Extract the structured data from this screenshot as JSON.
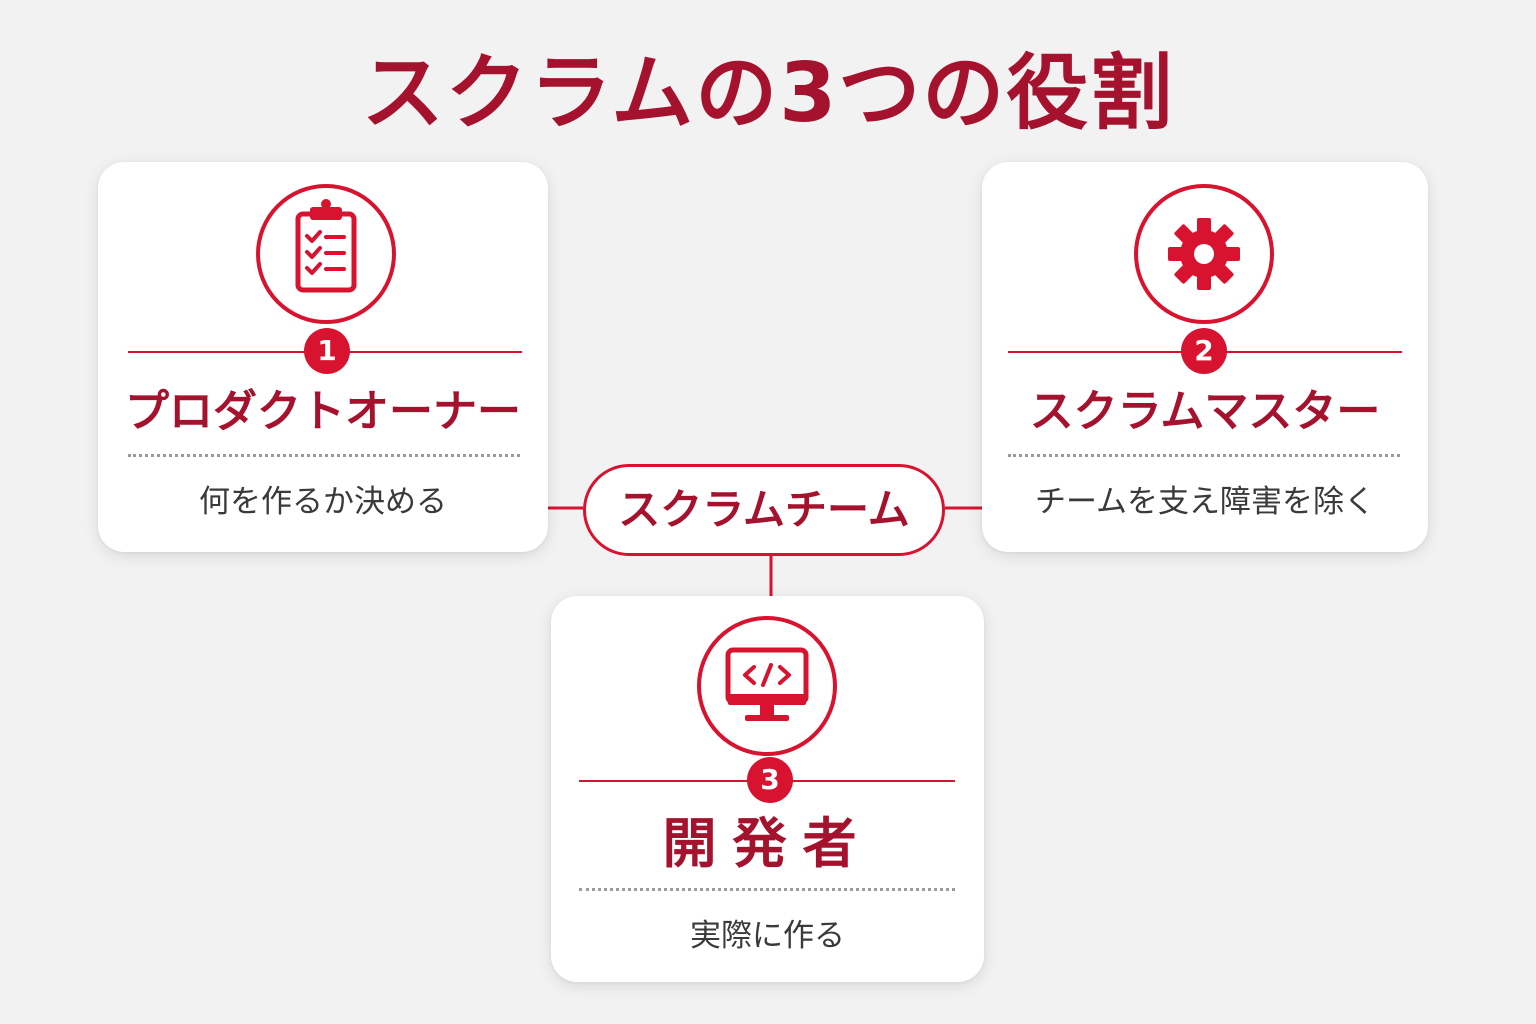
{
  "title": "スクラムの3つの役割",
  "center": {
    "label": "スクラムチーム"
  },
  "roles": [
    {
      "number": "1",
      "name": "プロダクトオーナー",
      "description": "何を作るか決める",
      "icon": "clipboard-checklist-icon"
    },
    {
      "number": "2",
      "name": "スクラムマスター",
      "description": "チームを支え障害を除く",
      "icon": "gear-icon"
    },
    {
      "number": "3",
      "name": "開発者",
      "description": "実際に作る",
      "icon": "monitor-code-icon"
    }
  ],
  "colors": {
    "accent": "#d8132f",
    "title": "#a5122e",
    "background": "#f2f2f3"
  }
}
